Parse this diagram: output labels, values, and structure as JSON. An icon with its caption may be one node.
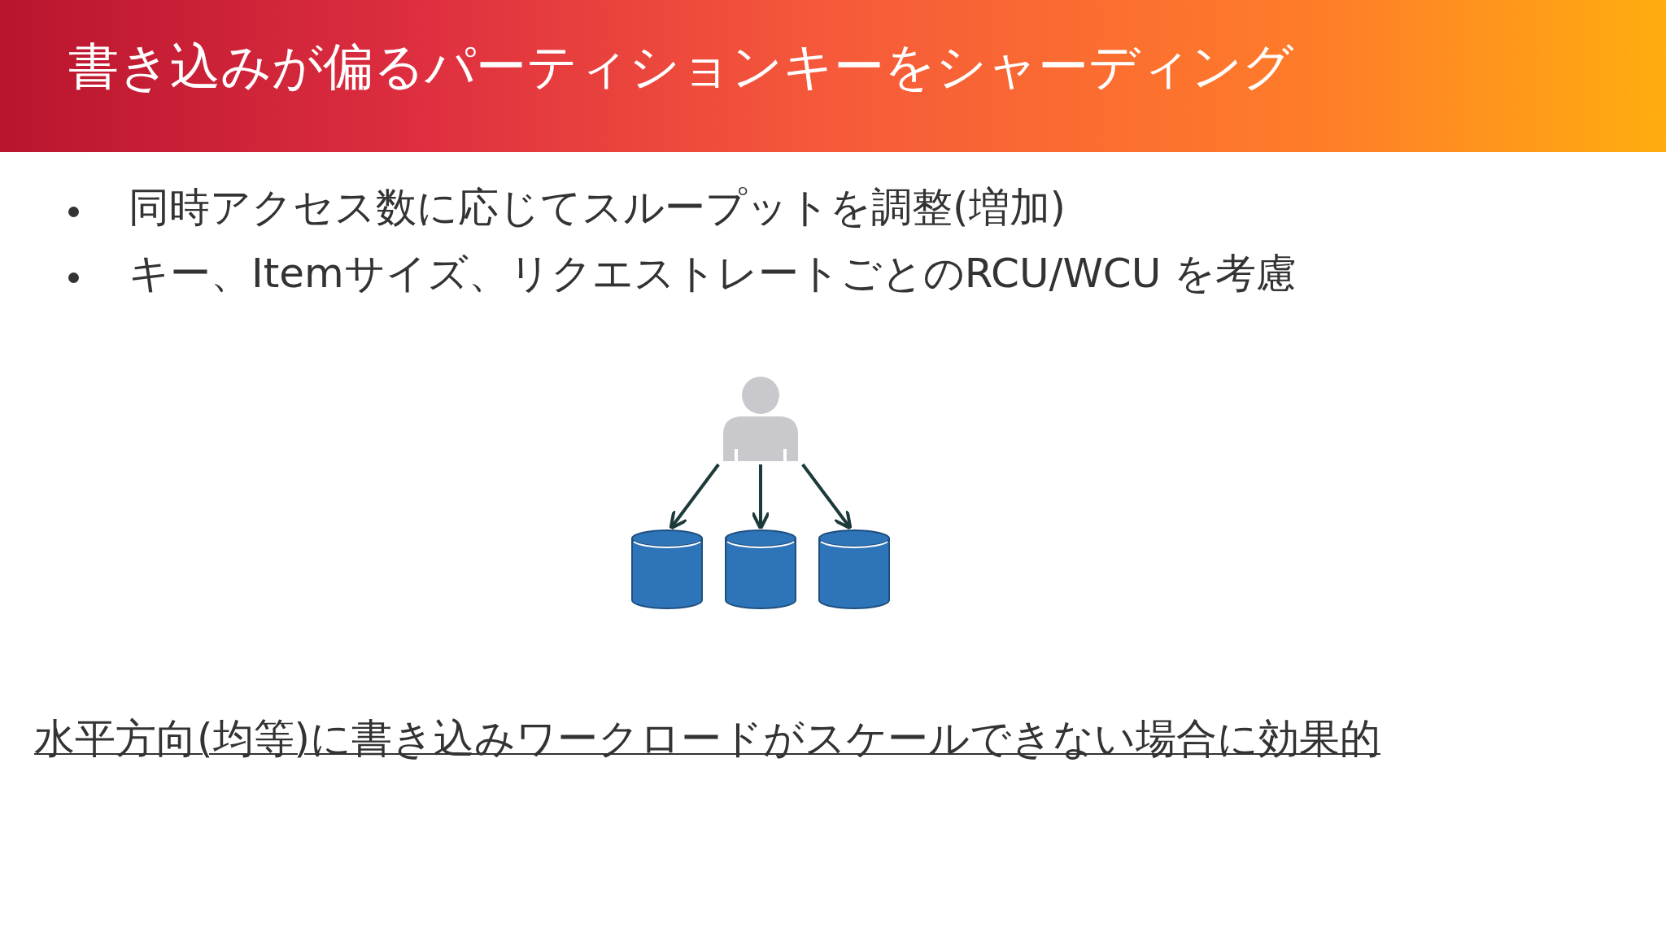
{
  "diagram": {
    "title": "書き込みが偏るパーティションキーをシャーディング",
    "nodes": [
      {
        "text": [],
        "shape": "person"
      },
      {
        "text": [],
        "shape": "cylinder"
      },
      {
        "text": [],
        "shape": "cylinder"
      },
      {
        "text": [],
        "shape": "cylinder"
      }
    ],
    "edges": [
      {
        "from": 0,
        "to": 1,
        "arrow": "to"
      },
      {
        "from": 0,
        "to": 2,
        "arrow": "to"
      },
      {
        "from": 0,
        "to": 3,
        "arrow": "to"
      }
    ],
    "labels": [
      "同時アクセス数に応じてスループットを調整(増加)",
      "キー、Itemサイズ、リクエストレートごとのRCU/WCU を考慮",
      "水平方向(均等)に書き込みワークロードがスケールできない場合に効果的"
    ]
  }
}
